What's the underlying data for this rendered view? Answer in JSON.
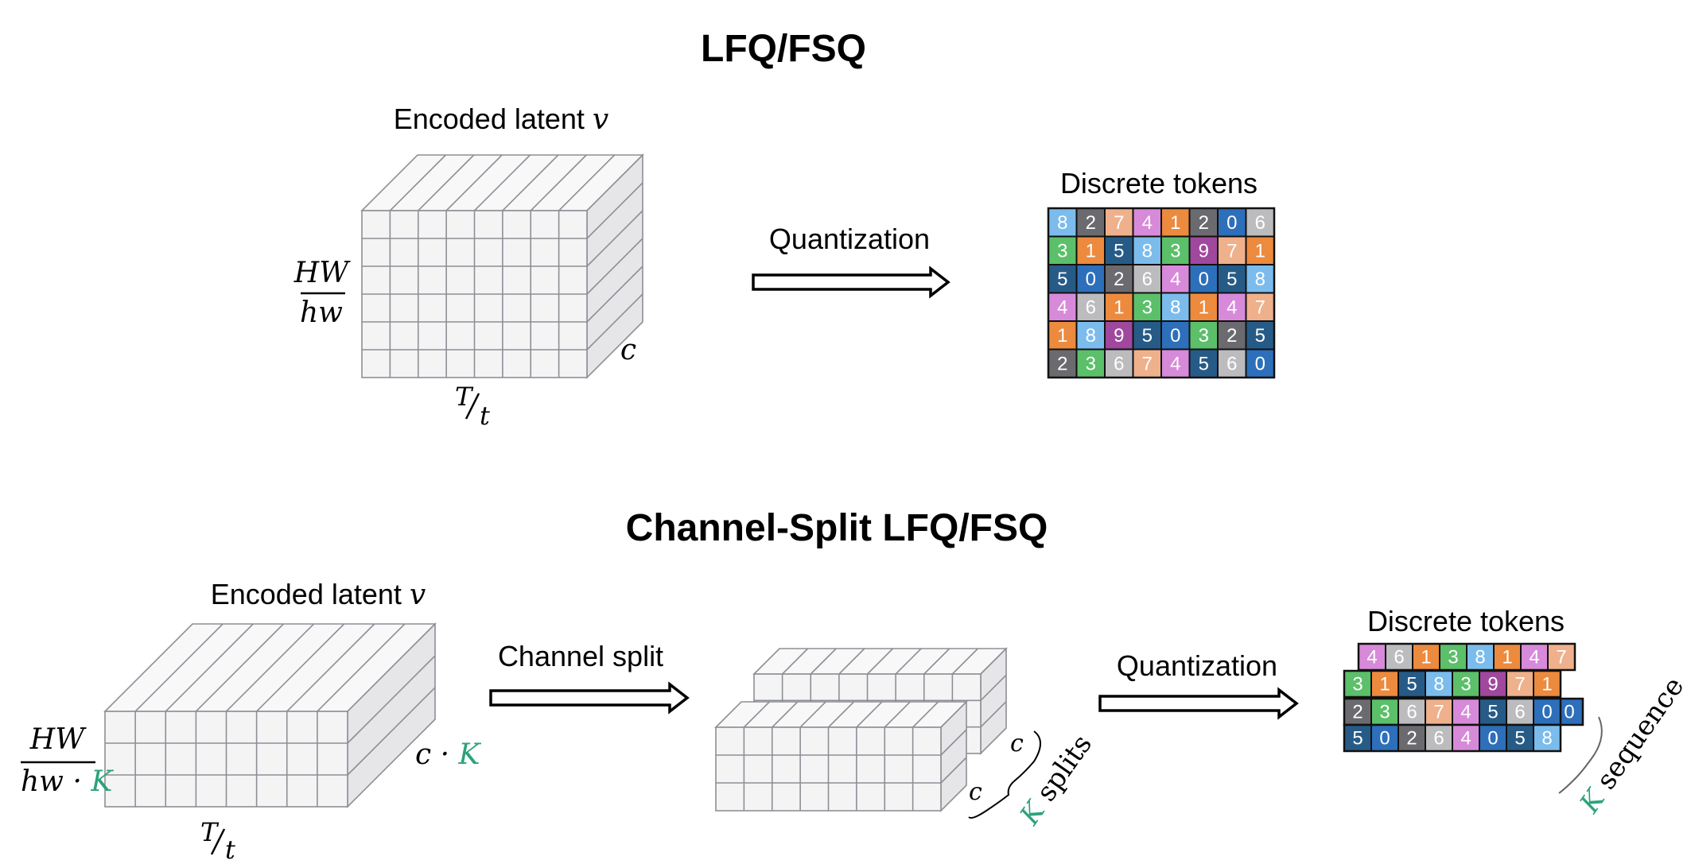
{
  "colors": {
    "cube_face": "#f4f4f5",
    "cube_top": "#f8f8f9",
    "cube_side": "#e6e6e8",
    "cube_line": "#8d8f96",
    "accent_green": "#2ca27a",
    "token_palette": {
      "0": "#2d6fba",
      "1": "#ec8a3e",
      "2": "#6b6b6f",
      "3": "#5cbf6a",
      "4": "#d78ad9",
      "5": "#275b87",
      "6": "#bcbcbe",
      "7": "#efb08c",
      "8": "#7bbcec",
      "9": "#a0479e"
    }
  },
  "top_section": {
    "title": "LFQ/FSQ",
    "latent_label": "Encoded latent",
    "latent_symbol": "v",
    "height_num": "HW",
    "height_den": "hw",
    "depth_label": "c",
    "time_num": "T",
    "time_den": "t",
    "arrow_label": "Quantization",
    "tokens_label": "Discrete tokens",
    "token_grid": [
      [
        "8",
        "2",
        "7",
        "4",
        "1",
        "2",
        "0",
        "6"
      ],
      [
        "3",
        "1",
        "5",
        "8",
        "3",
        "9",
        "7",
        "1"
      ],
      [
        "5",
        "0",
        "2",
        "6",
        "4",
        "0",
        "5",
        "8"
      ],
      [
        "4",
        "6",
        "1",
        "3",
        "8",
        "1",
        "4",
        "7"
      ],
      [
        "1",
        "8",
        "9",
        "5",
        "0",
        "3",
        "2",
        "5"
      ],
      [
        "2",
        "3",
        "6",
        "7",
        "4",
        "5",
        "6",
        "0"
      ]
    ]
  },
  "bottom_section": {
    "title": "Channel-Split LFQ/FSQ",
    "latent_label": "Encoded latent",
    "latent_symbol": "v",
    "height_num": "HW",
    "height_den": "hw · ",
    "height_den_k": "K",
    "depth_label": "c · ",
    "depth_k": "K",
    "time_num": "T",
    "time_den": "t",
    "split_arrow_label": "Channel split",
    "split_depth_back": "c",
    "split_depth_front": "c",
    "splits_k": "K",
    "splits_text": " splits",
    "quant_arrow_label": "Quantization",
    "tokens_label": "Discrete tokens",
    "seq_k": "K",
    "seq_text": " sequence",
    "token_layers": [
      [
        "4",
        "6",
        "1",
        "3",
        "8",
        "1",
        "4",
        "7"
      ],
      [
        "3",
        "1",
        "5",
        "8",
        "3",
        "9",
        "7",
        "1"
      ],
      [
        "2",
        "3",
        "6",
        "7",
        "4",
        "5",
        "6",
        "0"
      ],
      [
        "5",
        "0",
        "2",
        "6",
        "4",
        "0",
        "5",
        "8"
      ]
    ]
  }
}
